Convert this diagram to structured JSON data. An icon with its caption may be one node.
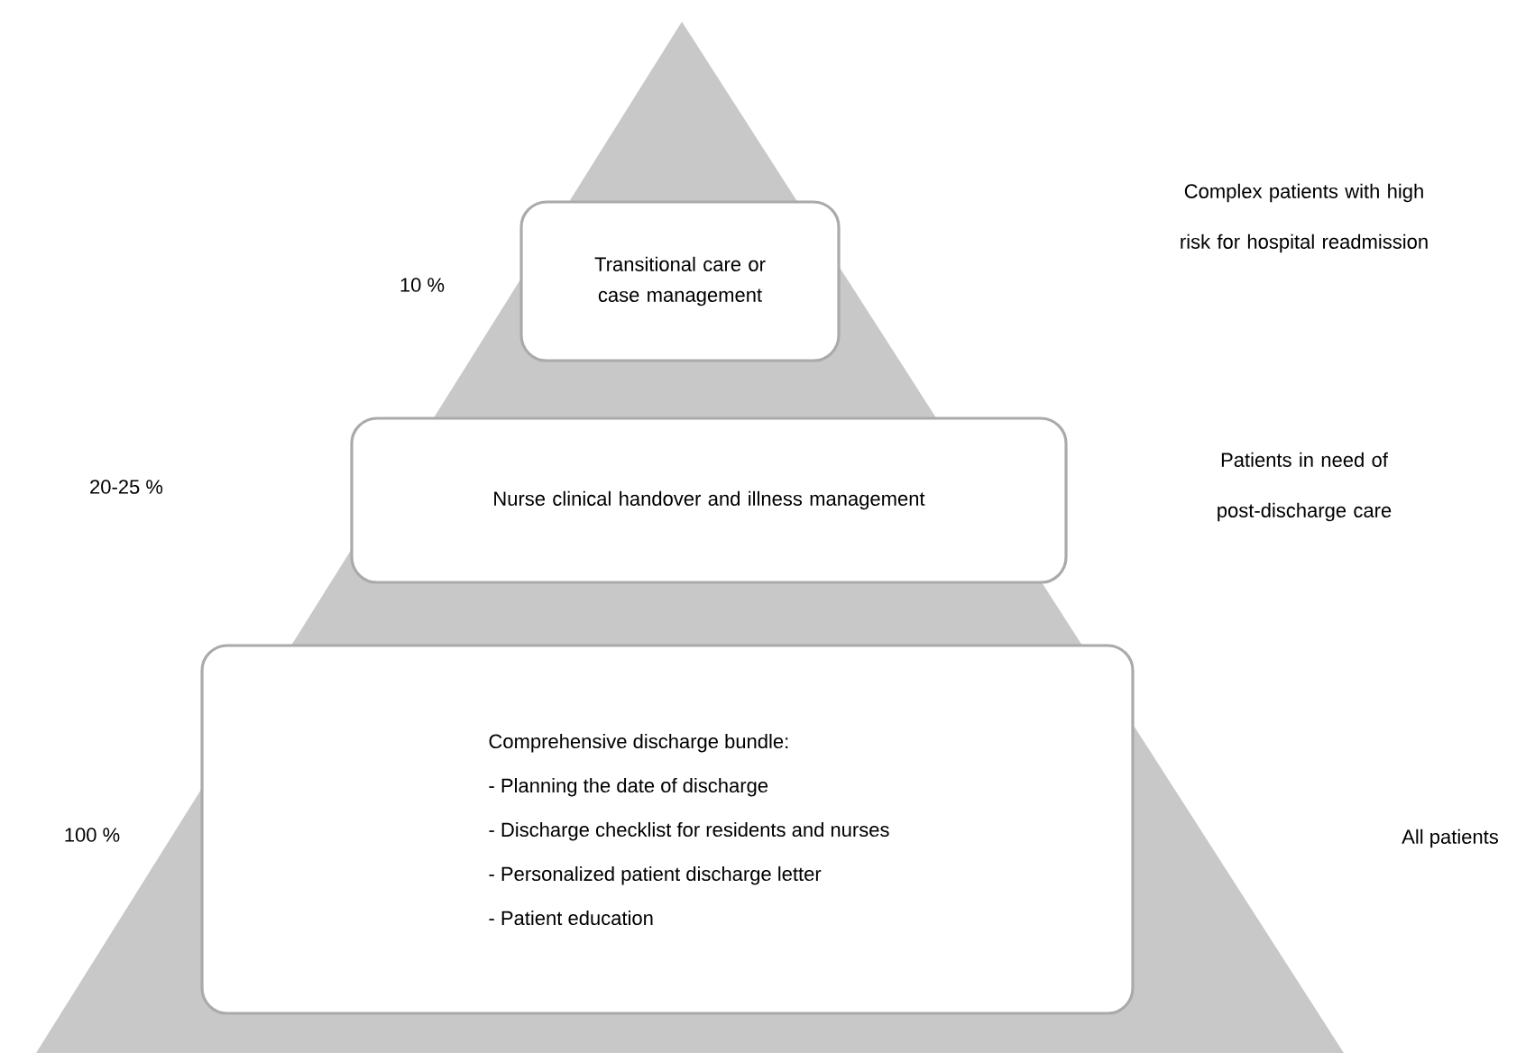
{
  "diagram": {
    "nodes": [
      {
        "text": [
          "Transitional care or case management"
        ]
      },
      {
        "text": [
          "Nurse clinical handover and illness management"
        ]
      },
      {
        "text": [
          "Comprehensive discharge bundle:",
          "- Planning the date of discharge",
          "- Discharge checklist for residents and nurses",
          "- Personalized patient discharge letter",
          "- Patient education"
        ]
      }
    ],
    "labels": [
      "Complex patients with high risk for hospital readmission",
      "10 %",
      "Patients in need of post-discharge care",
      "20-25 %",
      "100 %",
      "All patients"
    ]
  }
}
